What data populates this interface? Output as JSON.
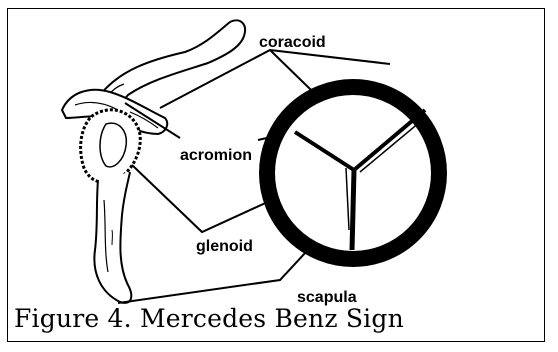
{
  "figure": {
    "caption": "Figure 4. Mercedes Benz Sign",
    "labels": {
      "coracoid": "coracoid",
      "acromion": "acromion",
      "glenoid": "glenoid",
      "scapula": "scapula"
    }
  }
}
